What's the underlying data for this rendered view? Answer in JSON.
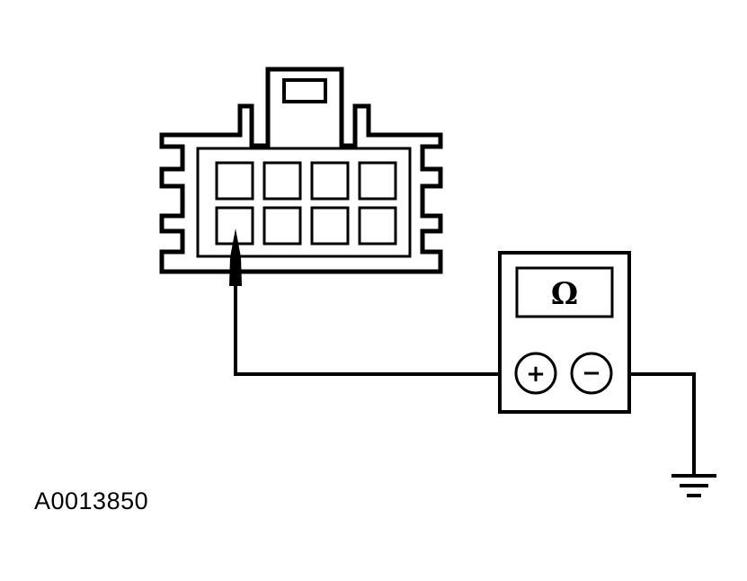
{
  "figure": {
    "reference_id": "A0013850"
  },
  "meter": {
    "display_symbol": "Ω",
    "positive_label": "+",
    "negative_label": "−"
  },
  "connector": {
    "cavity_rows": 2,
    "cavity_columns": 4,
    "probed_cavity": {
      "row": 2,
      "column": 1
    }
  }
}
